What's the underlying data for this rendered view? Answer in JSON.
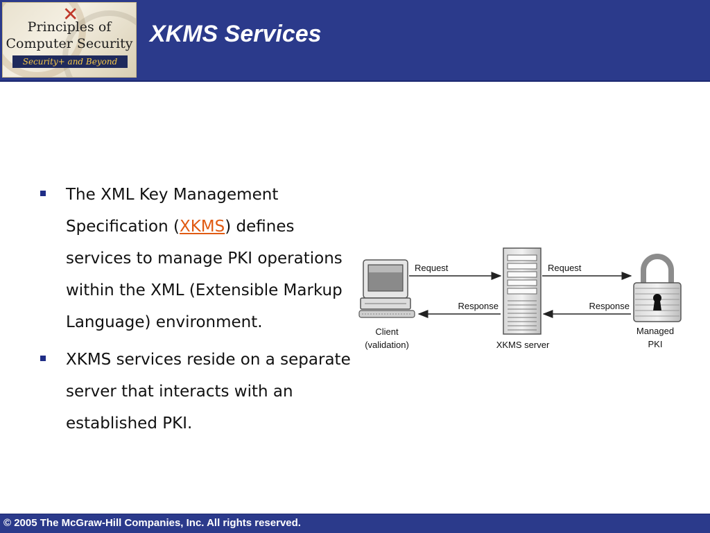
{
  "header": {
    "logo": {
      "line1": "Principles of",
      "line2": "Computer Security",
      "line3": "Security+ and Beyond"
    },
    "title": "XKMS Services"
  },
  "bullets": [
    {
      "before": "The XML Key Management Specification (",
      "link": "XKMS",
      "after": ") defines services to manage PKI operations within the XML (Extensible Markup Language) environment."
    },
    {
      "text": "XKMS services reside on a separate server that interacts with an established PKI."
    }
  ],
  "diagram": {
    "client_label_1": "Client",
    "client_label_2": "(validation)",
    "server_label": "XKMS server",
    "pki_label_1": "Managed",
    "pki_label_2": "PKI",
    "request_left": "Request",
    "request_right": "Request",
    "response_left": "Response",
    "response_right": "Response"
  },
  "footer": {
    "copyright": "© 2005 The McGraw-Hill Companies, Inc. All rights reserved."
  },
  "colors": {
    "header_bg": "#2b3a8b",
    "link": "#e05a12",
    "bullet": "#1f2d86"
  }
}
